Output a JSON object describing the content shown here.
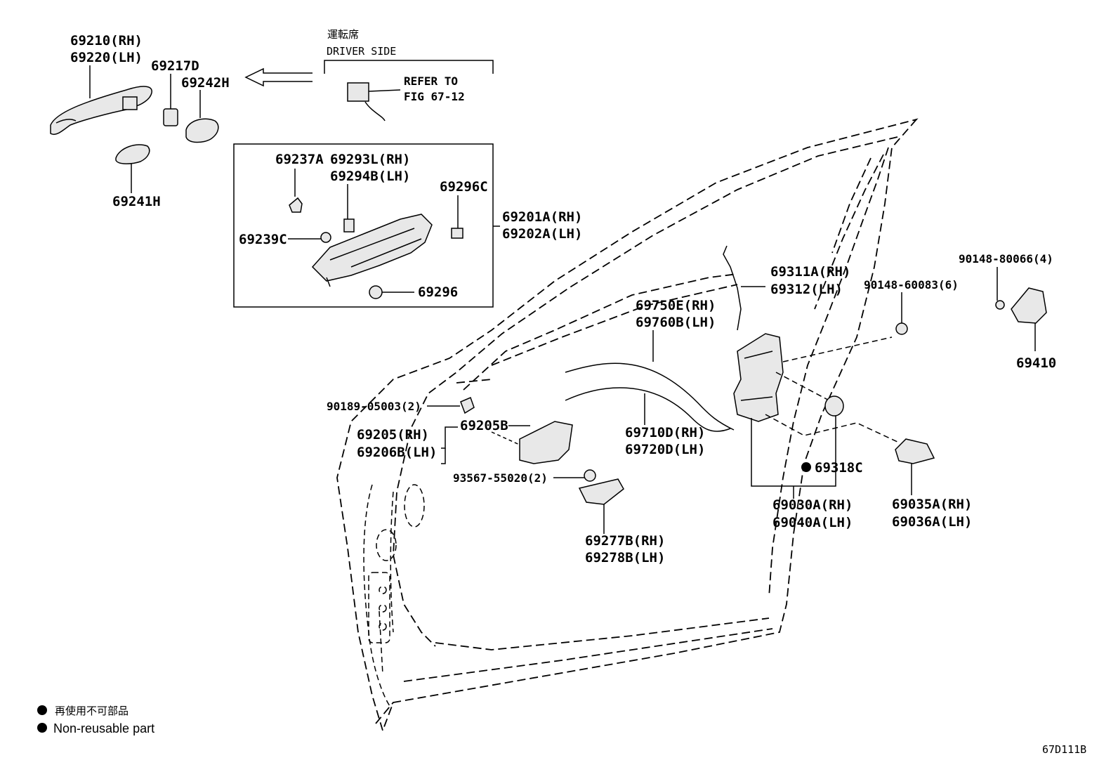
{
  "driver_side": {
    "jp": "運転席",
    "en": "DRIVER SIDE",
    "ref_line1": "REFER TO",
    "ref_line2": "FIG 67-12"
  },
  "labels": {
    "p69210": "69210(RH)",
    "p69220": "69220(LH)",
    "p69217D": "69217D",
    "p69242H": "69242H",
    "p69241H": "69241H",
    "p69237A": "69237A",
    "p69293L": "69293L(RH)",
    "p69294B": "69294B(LH)",
    "p69296C": "69296C",
    "p69201A": "69201A(RH)",
    "p69202A": "69202A(LH)",
    "p69239C": "69239C",
    "p69296": "69296",
    "p69311A": "69311A(RH)",
    "p69312": "69312(LH)",
    "p90148_60083": "90148-60083(6)",
    "p90148_80066": "90148-80066(4)",
    "p69410": "69410",
    "p69750E": "69750E(RH)",
    "p69760B": "69760B(LH)",
    "p90189": "90189-05003(2)",
    "p69205B": "69205B",
    "p69205": "69205(RH)",
    "p69206B": "69206B(LH)",
    "p93567": "93567-55020(2)",
    "p69710D": "69710D(RH)",
    "p69720D": "69720D(LH)",
    "p69318C": "69318C",
    "p69030A": "69030A(RH)",
    "p69040A": "69040A(LH)",
    "p69035A": "69035A(RH)",
    "p69036A": "69036A(LH)",
    "p69277B": "69277B(RH)",
    "p69278B": "69278B(LH)"
  },
  "legend": {
    "jp": "再使用不可部品",
    "en": "Non-reusable part"
  },
  "figure_code": "67D111B"
}
